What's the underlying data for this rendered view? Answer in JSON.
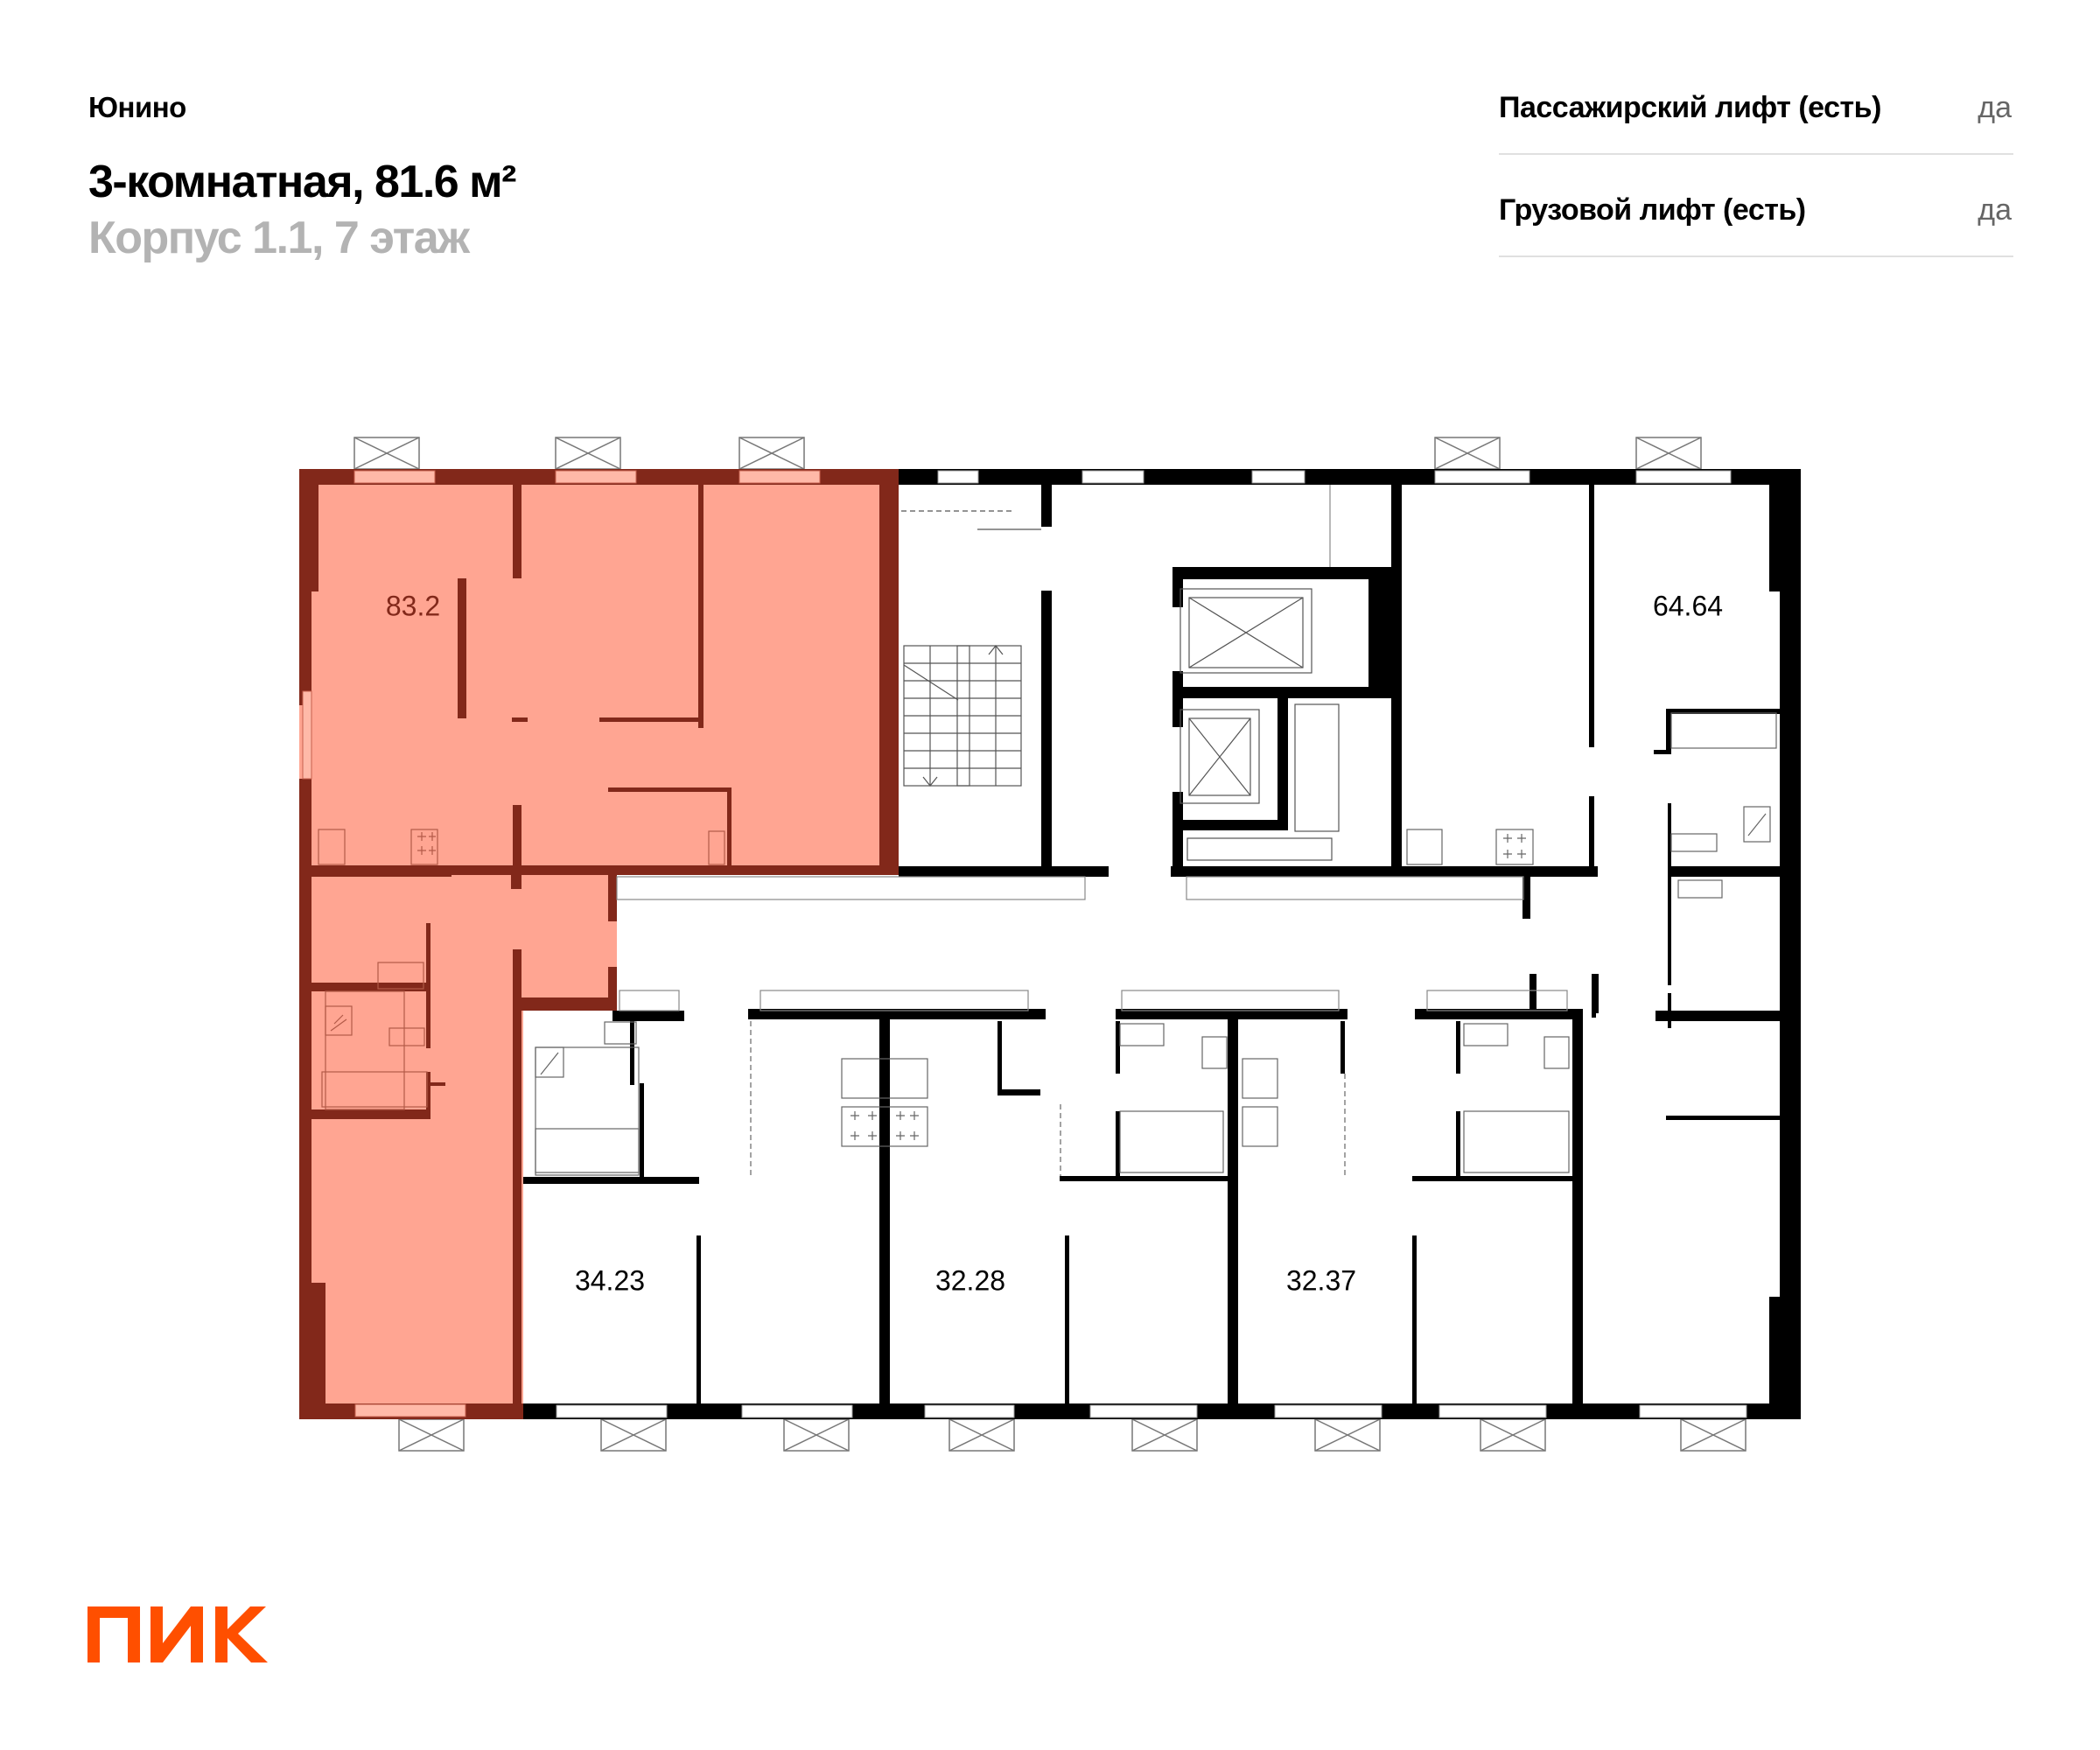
{
  "header": {
    "complex_name": "Юнино",
    "title": "3-комнатная, 81.6 м²",
    "subtitle": "Корпус 1.1, 7 этаж"
  },
  "features": [
    {
      "label": "Пассажирский лифт (есть)",
      "value": "да"
    },
    {
      "label": "Грузовой лифт (есть)",
      "value": "да"
    }
  ],
  "floor_plan": {
    "highlight_colors": {
      "fill": "#ffa592",
      "wall": "#82281a"
    },
    "wall_color": "#000000",
    "units": [
      {
        "label": "83.2",
        "selected": true
      },
      {
        "label": "64.64",
        "selected": false
      },
      {
        "label": "34.23",
        "selected": false
      },
      {
        "label": "32.28",
        "selected": false
      },
      {
        "label": "32.37",
        "selected": false
      }
    ]
  },
  "brand": {
    "logo_text": "ПИК",
    "color": "#ff4f00"
  }
}
